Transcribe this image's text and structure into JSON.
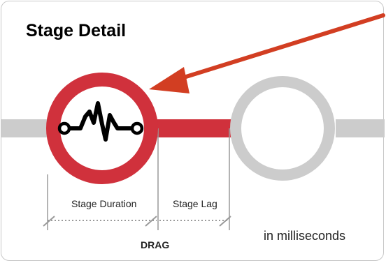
{
  "title": "Stage Detail",
  "labels": {
    "stage_duration": "Stage Duration",
    "stage_lag": "Stage Lag",
    "drag": "DRAG",
    "units": "in milliseconds"
  },
  "colors": {
    "accent": "#d0313c",
    "track": "#cccccc",
    "arrow": "#d23e22",
    "dimension_line": "#9a9a9a"
  },
  "icons": {
    "active_stage": "heartbeat-icon",
    "arrow": "arrow-pointer"
  }
}
